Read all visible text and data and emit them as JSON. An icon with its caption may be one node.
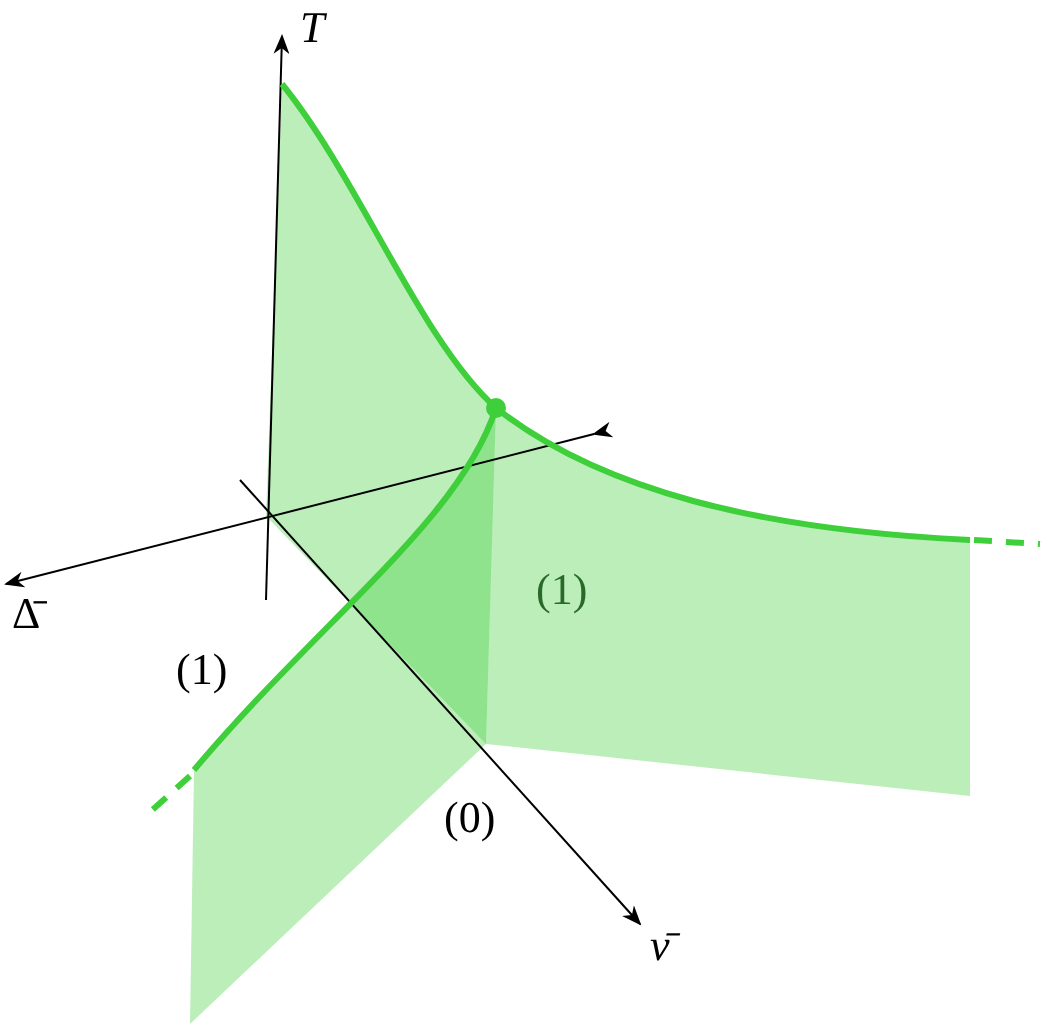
{
  "diagram": {
    "labels": [
      "T",
      "(1)",
      "Δ̄",
      "(1)",
      "(0)",
      "ν̄"
    ]
  }
}
